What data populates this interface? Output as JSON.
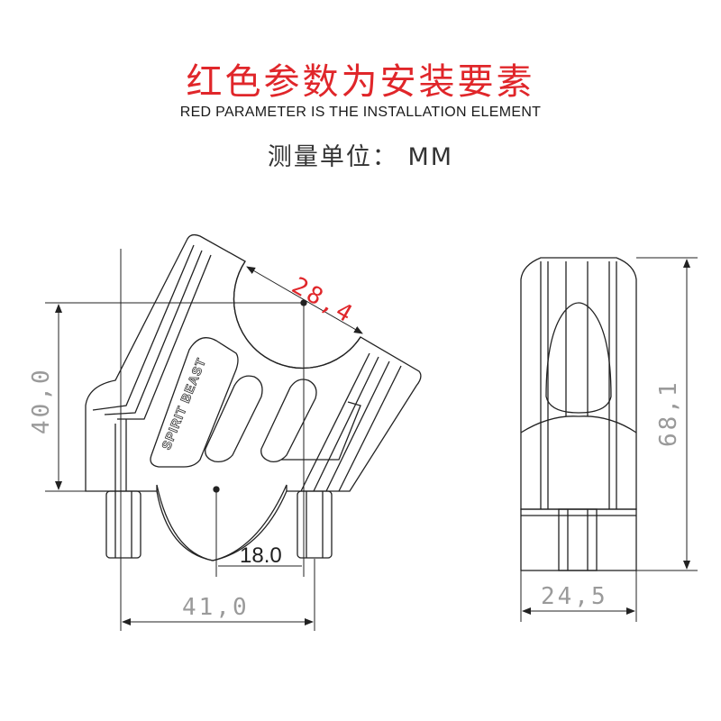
{
  "header": {
    "title_cn": "红色参数为安装要素",
    "title_en": "RED PARAMETER IS THE INSTALLATION ELEMENT",
    "unit_label": "测量单位：  MM"
  },
  "front_view": {
    "brand_text": "SPIRIT BEAST",
    "dim_height": "40,0",
    "dim_clamp": "28,4",
    "dim_center": "18.0",
    "dim_width": "41,0"
  },
  "side_view": {
    "dim_height": "68,1",
    "dim_width": "24,5"
  },
  "colors": {
    "install_red": "#e0262a",
    "line": "#222222",
    "dim_gray": "#9a9a9a"
  }
}
